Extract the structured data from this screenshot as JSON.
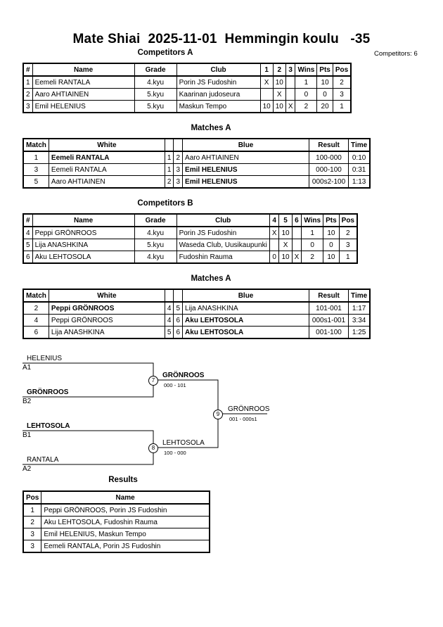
{
  "event": {
    "title": "Mate Shiai  2025-11-01  Hemmingin koulu   -35",
    "competitors_count": "Competitors: 6"
  },
  "poolA": {
    "heading": "Competitors A",
    "headers": [
      "#",
      "Name",
      "Grade",
      "Club",
      "1",
      "2",
      "3",
      "Wins",
      "Pts",
      "Pos"
    ],
    "rows": [
      [
        "1",
        "Eemeli RANTALA",
        "4.kyu",
        "Porin JS Fudoshin",
        "X",
        "10",
        "",
        "1",
        "10",
        "2"
      ],
      [
        "2",
        "Aaro AHTIAINEN",
        "5.kyu",
        "Kaarinan judoseura",
        "",
        "X",
        "",
        "0",
        "0",
        "3"
      ],
      [
        "3",
        "Emil HELENIUS",
        "5.kyu",
        "Maskun Tempo",
        "10",
        "10",
        "X",
        "2",
        "20",
        "1"
      ]
    ]
  },
  "matchesA": {
    "heading": "Matches A",
    "headers": [
      "Match",
      "White",
      "Blue",
      "Result",
      "Time"
    ],
    "rows": [
      {
        "match": "1",
        "white": "Eemeli RANTALA",
        "w": "1",
        "b": "2",
        "blue": "Aaro AHTIAINEN",
        "result": "100-000",
        "time": "0:10",
        "winner": "white"
      },
      {
        "match": "3",
        "white": "Eemeli RANTALA",
        "w": "1",
        "b": "3",
        "blue": "Emil HELENIUS",
        "result": "000-100",
        "time": "0:31",
        "winner": "blue"
      },
      {
        "match": "5",
        "white": "Aaro AHTIAINEN",
        "w": "2",
        "b": "3",
        "blue": "Emil HELENIUS",
        "result": "000s2-100",
        "time": "1:13",
        "winner": "blue"
      }
    ]
  },
  "poolB": {
    "heading": "Competitors B",
    "headers": [
      "#",
      "Name",
      "Grade",
      "Club",
      "4",
      "5",
      "6",
      "Wins",
      "Pts",
      "Pos"
    ],
    "rows": [
      [
        "4",
        "Peppi GRÖNROOS",
        "4.kyu",
        "Porin JS Fudoshin",
        "X",
        "10",
        "",
        "1",
        "10",
        "2"
      ],
      [
        "5",
        "Lija ANASHKINA",
        "5.kyu",
        "Waseda Club, Uusikaupunki",
        "",
        "X",
        "",
        "0",
        "0",
        "3"
      ],
      [
        "6",
        "Aku LEHTOSOLA",
        "4.kyu",
        "Fudoshin Rauma",
        "0",
        "10",
        "X",
        "2",
        "10",
        "1"
      ]
    ]
  },
  "matchesB": {
    "heading": "Matches A",
    "headers": [
      "Match",
      "White",
      "Blue",
      "Result",
      "Time"
    ],
    "rows": [
      {
        "match": "2",
        "white": "Peppi GRÖNROOS",
        "w": "4",
        "b": "5",
        "blue": "Lija ANASHKINA",
        "result": "101-001",
        "time": "1:17",
        "winner": "white"
      },
      {
        "match": "4",
        "white": "Peppi GRÖNROOS",
        "w": "4",
        "b": "6",
        "blue": "Aku LEHTOSOLA",
        "result": "000s1-001",
        "time": "3:34",
        "winner": "blue"
      },
      {
        "match": "6",
        "white": "Lija ANASHKINA",
        "w": "5",
        "b": "6",
        "blue": "Aku LEHTOSOLA",
        "result": "001-100",
        "time": "1:25",
        "winner": "blue"
      }
    ]
  },
  "bracket": {
    "s1_top": "HELENIUS",
    "s1_top_seed": "A1",
    "s1_bot": "GRÖNROOS",
    "s1_bot_seed": "B2",
    "s2_top": "LEHTOSOLA",
    "s2_top_seed": "B1",
    "s2_bot": "RANTALA",
    "s2_bot_seed": "A2",
    "m7": "7",
    "m7_winner": "GRÖNROOS",
    "m7_score": "000 - 101",
    "m8": "8",
    "m8_winner": "LEHTOSOLA",
    "m8_score": "100 - 000",
    "m9": "9",
    "m9_winner": "GRÖNROOS",
    "m9_score": "001 - 000s1"
  },
  "results": {
    "heading": "Results",
    "headers": [
      "Pos",
      "Name"
    ],
    "rows": [
      [
        "1",
        "Peppi GRÖNROOS, Porin JS Fudoshin"
      ],
      [
        "2",
        "Aku LEHTOSOLA, Fudoshin Rauma"
      ],
      [
        "3",
        "Emil HELENIUS, Maskun Tempo"
      ],
      [
        "3",
        "Eemeli RANTALA, Porin JS Fudoshin"
      ]
    ]
  }
}
